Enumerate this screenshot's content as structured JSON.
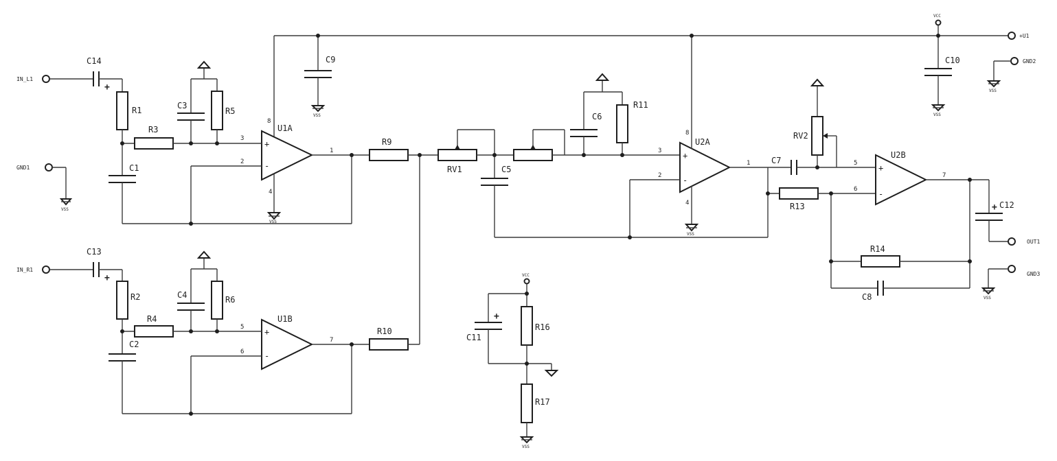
{
  "ports": {
    "in_l1": "IN_L1",
    "in_r1": "IN_R1",
    "gnd1": "GND1",
    "u1": "+U1",
    "gnd2": "GND2",
    "out1": "OUT1",
    "gnd3": "GND3"
  },
  "power": {
    "vcc": "VCC",
    "vss": "VSS"
  },
  "refs": {
    "c1": "C1",
    "c2": "C2",
    "c3": "C3",
    "c4": "C4",
    "c5": "C5",
    "c6": "C6",
    "c7": "C7",
    "c8": "C8",
    "c9": "C9",
    "c10": "C10",
    "c11": "C11",
    "c12": "C12",
    "c13": "C13",
    "c14": "C14",
    "r1": "R1",
    "r2": "R2",
    "r3": "R3",
    "r4": "R4",
    "r5": "R5",
    "r6": "R6",
    "r9": "R9",
    "r10": "R10",
    "r11": "R11",
    "r13": "R13",
    "r14": "R14",
    "r16": "R16",
    "r17": "R17",
    "rv1": "RV1",
    "rv2": "RV2",
    "u1a": "U1A",
    "u1b": "U1B",
    "u2a": "U2A",
    "u2b": "U2B"
  },
  "pins": {
    "u1a": {
      "in_p": "3",
      "in_n": "2",
      "out": "1",
      "vp": "8",
      "vn": "4"
    },
    "u1b": {
      "in_p": "5",
      "in_n": "6",
      "out": "7"
    },
    "u2a": {
      "in_p": "3",
      "in_n": "2",
      "out": "1",
      "vp": "8",
      "vn": "4"
    },
    "u2b": {
      "in_p": "5",
      "in_n": "6",
      "out": "7"
    }
  },
  "symbols": {
    "plus": "+",
    "minus": "-"
  }
}
